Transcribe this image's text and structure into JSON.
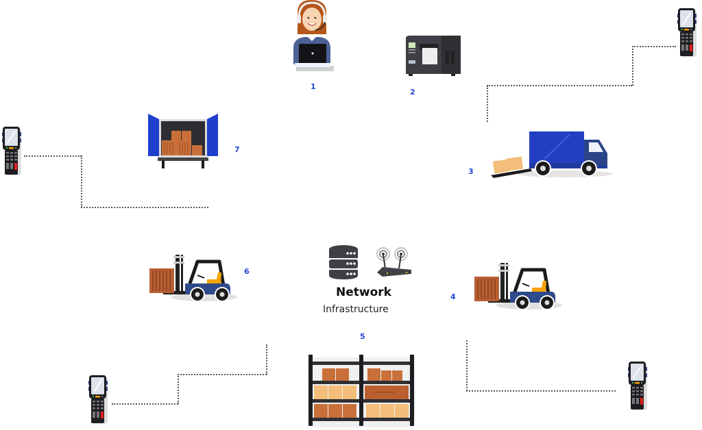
{
  "diagram": {
    "title": "Network",
    "subtitle": "Infrastructure",
    "accent_color": "#2346d6",
    "steps": [
      {
        "number": "1",
        "icon": "customer-service-agent-icon"
      },
      {
        "number": "2",
        "icon": "label-printer-icon"
      },
      {
        "number": "3",
        "icon": "delivery-truck-unloading-icon"
      },
      {
        "number": "4",
        "icon": "forklift-icon"
      },
      {
        "number": "5",
        "icon": "warehouse-shelving-icon"
      },
      {
        "number": "6",
        "icon": "forklift-icon"
      },
      {
        "number": "7",
        "icon": "truck-trailer-open-icon"
      }
    ],
    "devices": [
      {
        "icon": "handheld-scanner-icon",
        "connects_to": "3"
      },
      {
        "icon": "handheld-scanner-icon",
        "connects_to": "7"
      },
      {
        "icon": "handheld-scanner-icon",
        "connects_to": "5"
      },
      {
        "icon": "handheld-scanner-icon",
        "connects_to": "4"
      }
    ],
    "center_icons": [
      "database-server-icon",
      "wifi-router-icon"
    ]
  }
}
